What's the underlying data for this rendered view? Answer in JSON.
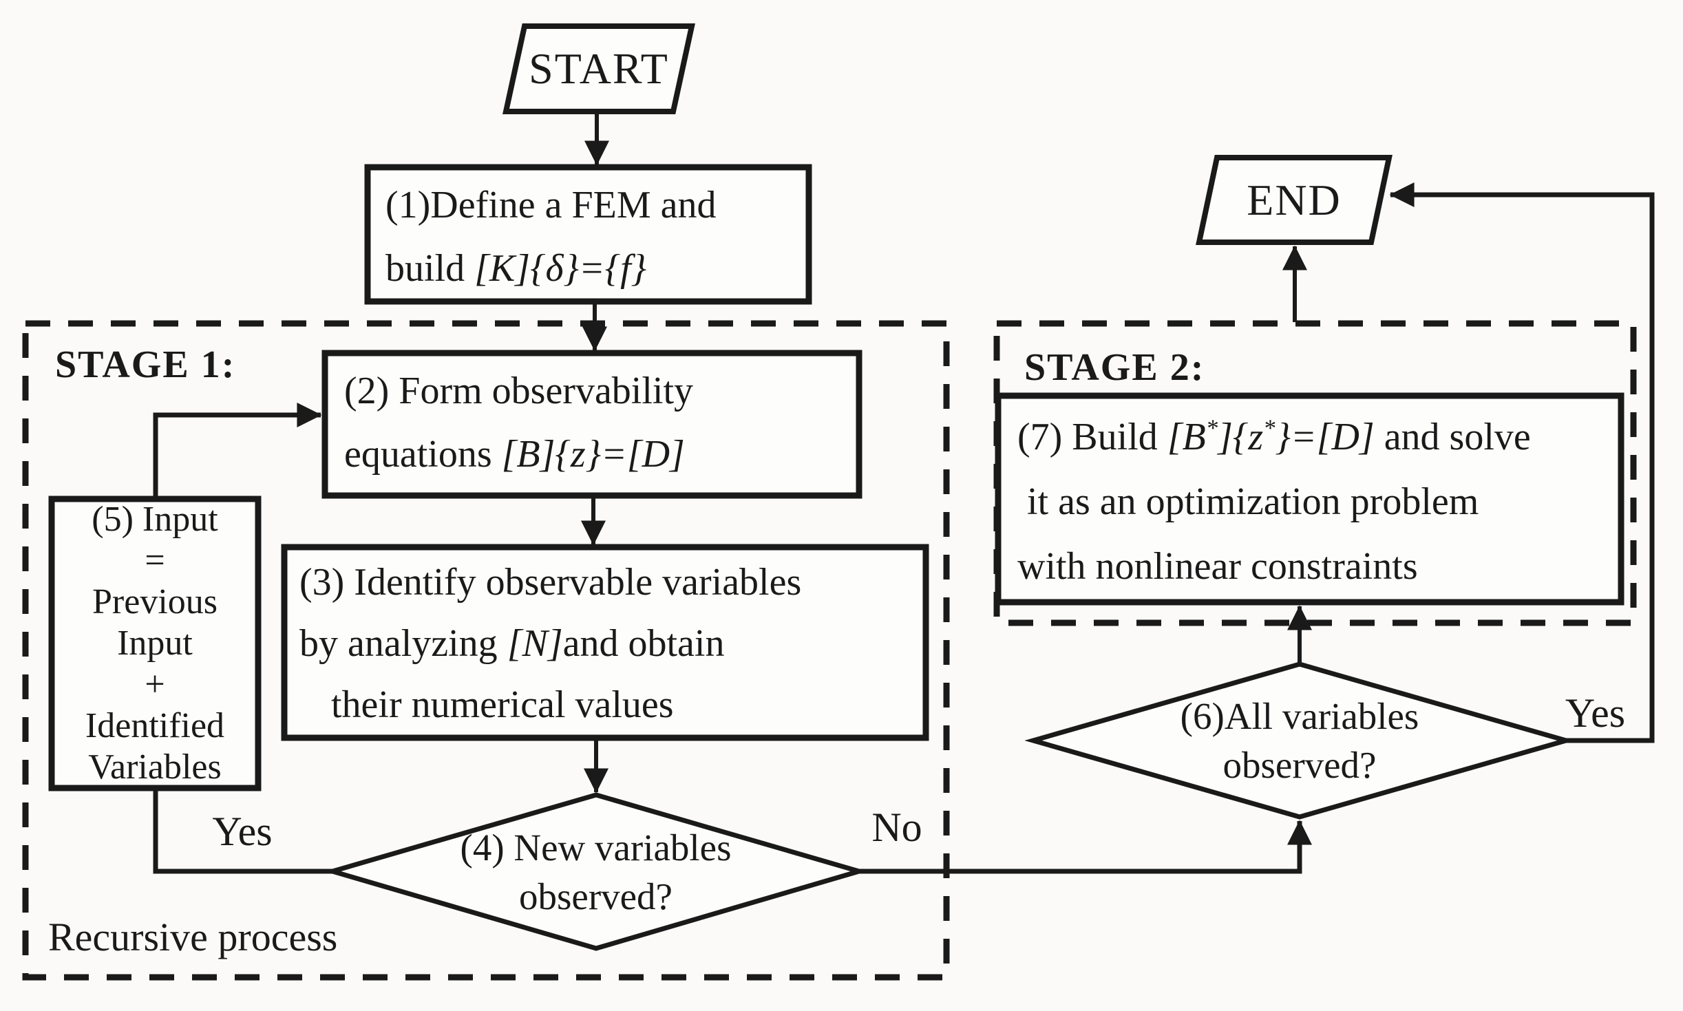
{
  "title": "Two-stage observability analysis flowchart",
  "colors": {
    "ink": "#1a1a1a",
    "paper": "#fbfaf8"
  },
  "terminators": {
    "start": {
      "label": "START"
    },
    "end": {
      "label": "END"
    }
  },
  "nodes": {
    "box1": {
      "l1": "(1)Define a FEM and",
      "l2_plain": "build ",
      "l2_math": "[K]{δ}={f}"
    },
    "box2": {
      "l1": "(2) Form observability",
      "l2_plain": "equations ",
      "l2_math": "[B]{z}=[D]"
    },
    "box3": {
      "l1": "(3) Identify observable variables",
      "l2a": "by analyzing ",
      "l2_math": "[N]",
      "l2b": "and obtain",
      "l3": "their numerical values"
    },
    "box5": {
      "l1": "(5) Input",
      "l2": "=",
      "l3": "Previous",
      "l4": "Input",
      "l5": "+",
      "l6": "Identified",
      "l7": "Variables"
    },
    "diamond4": {
      "l1": "(4) New variables",
      "l2": "observed?"
    },
    "diamond6": {
      "l1": "(6)All variables",
      "l2": "observed?"
    },
    "box7": {
      "l1a": "(7) Build ",
      "m1": "[B",
      "s1": "*",
      "m2": "]{z",
      "s2": "*",
      "m3": "}=[D]",
      "l1b": " and solve",
      "l2": "it as an optimization problem",
      "l3": "with nonlinear constraints"
    }
  },
  "containers": {
    "stage1": {
      "label": "STAGE 1:",
      "note": "Recursive process"
    },
    "stage2": {
      "label": "STAGE 2:"
    }
  },
  "branch_labels": {
    "yes_left": "Yes",
    "no_right": "No",
    "yes_right": "Yes"
  }
}
